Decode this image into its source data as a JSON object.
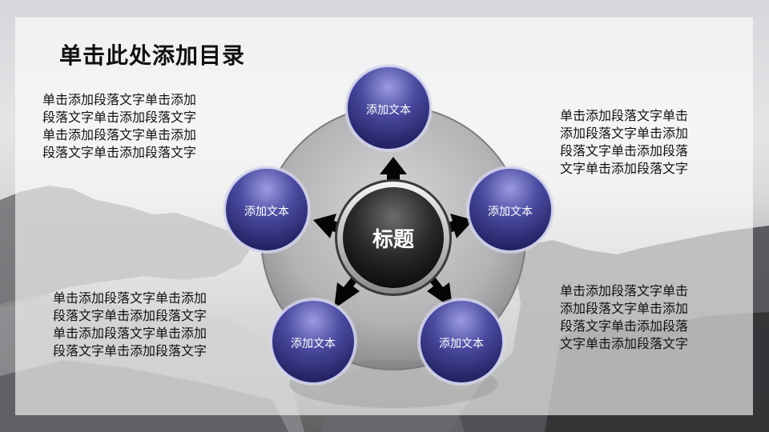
{
  "title": "单击此处添加目录",
  "center_title": "标题",
  "nodes": [
    "添加文本",
    "添加文本",
    "添加文本",
    "添加文本",
    "添加文本"
  ],
  "paragraphs": {
    "top_left": "单击添加段落文字单击添加\n段落文字单击添加段落文字\n单击添加段落文字单击添加\n段落文字单击添加段落文字",
    "bottom_left": "单击添加段落文字单击添加\n段落文字单击添加段落文字\n单击添加段落文字单击添加\n段落文字单击添加段落文字",
    "top_right": "单击添加段落文字单击\n添加段落文字单击添加\n段落文字单击添加段落\n文字单击添加段落文字",
    "bottom_right": "单击添加段落文字单击\n添加段落文字单击添加\n段落文字单击添加段落\n文字单击添加段落文字"
  },
  "colors": {
    "node_fill": "#3b3a8c",
    "node_highlight": "#8e8fd6",
    "ring_fill": "#b7b7b9",
    "center_dark": "#1a1a1a"
  }
}
